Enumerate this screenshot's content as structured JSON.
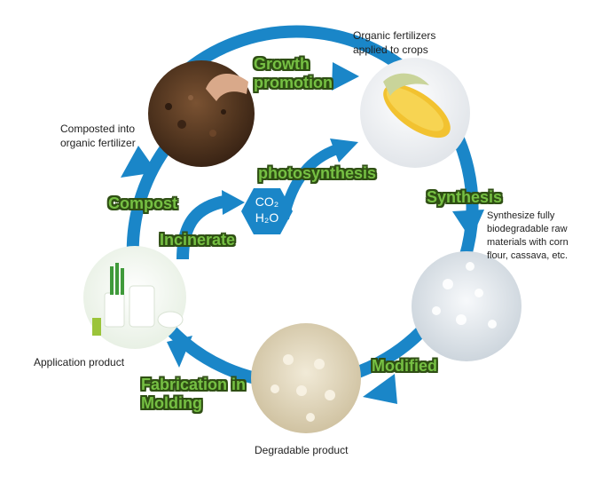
{
  "diagram": {
    "steps": {
      "growth_promotion": "Growth\npromotion",
      "synthesis": "Synthesis",
      "modified": "Modified",
      "fabrication": "Fabrication in\nMolding",
      "compost": "Compost",
      "incinerate": "Incinerate",
      "photosynthesis": "photosynthesis"
    },
    "nodes": {
      "fertilizer_applied": "Organic fertilizers\napplied to crops",
      "synthesize": "Synthesize fully\nbiodegradable raw\nmaterials with corn\nflour, cassava, etc.",
      "degradable_product": "Degradable product",
      "application_product": "Application product",
      "composted": "Composted into\norganic fertilizer"
    },
    "co2_badge": {
      "line1": "CO₂",
      "line2": "H₂O"
    },
    "colors": {
      "arrow": "#1a86c8",
      "label_fill": "#76c043",
      "label_outline": "#2f4f14",
      "soil": "#5a3b22",
      "corn": "#f2c230",
      "pellets_clear": "#e8edf2",
      "pellets_beige": "#e6dcc3"
    }
  }
}
